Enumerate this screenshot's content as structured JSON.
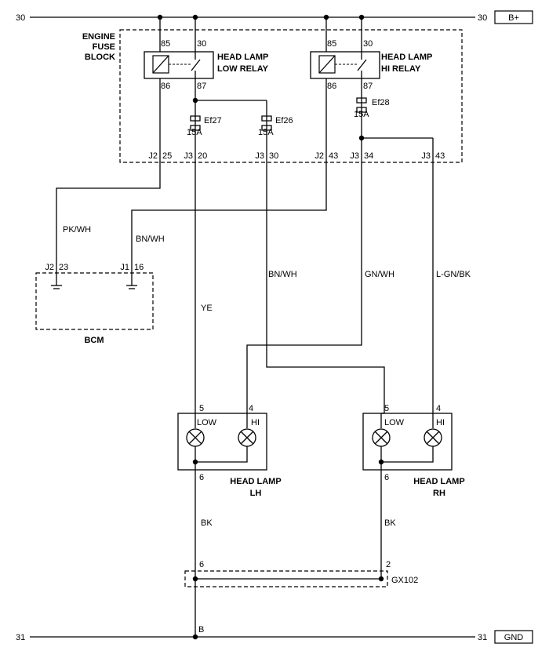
{
  "rails": {
    "top_left": "30",
    "top_right": "30",
    "top_box": "B+",
    "bottom_left": "31",
    "bottom_right": "31",
    "bottom_box": "GND",
    "ground_pin": "B"
  },
  "fuse_block": {
    "label_line1": "ENGINE",
    "label_line2": "FUSE",
    "label_line3": "BLOCK"
  },
  "relay_low": {
    "name_line1": "HEAD LAMP",
    "name_line2": "LOW RELAY",
    "pin_85": "85",
    "pin_30": "30",
    "pin_86": "86",
    "pin_87": "87"
  },
  "relay_hi": {
    "name_line1": "HEAD LAMP",
    "name_line2": "HI RELAY",
    "pin_85": "85",
    "pin_30": "30",
    "pin_86": "86",
    "pin_87": "87"
  },
  "fuses": {
    "ef27_name": "Ef27",
    "ef27_rating": "15A",
    "ef26_name": "Ef26",
    "ef26_rating": "15A",
    "ef28_name": "Ef28",
    "ef28_rating": "15A"
  },
  "connectors": {
    "c1_conn": "J2",
    "c1_pin": "25",
    "c2_conn": "J3",
    "c2_pin": "20",
    "c3_conn": "J3",
    "c3_pin": "30",
    "c4_conn": "J2",
    "c4_pin": "43",
    "c5_conn": "J3",
    "c5_pin": "34",
    "c6_conn": "J3",
    "c6_pin": "43"
  },
  "wires": {
    "pk_wh": "PK/WH",
    "bn_wh_bcm": "BN/WH",
    "bn_wh": "BN/WH",
    "gn_wh": "GN/WH",
    "lgn_bk": "L-GN/BK",
    "ye": "YE",
    "bk_left": "BK",
    "bk_right": "BK"
  },
  "bcm": {
    "label": "BCM",
    "pin_a_conn": "J2",
    "pin_a_num": "23",
    "pin_b_conn": "J1",
    "pin_b_num": "16"
  },
  "lamp_lh": {
    "name_line1": "HEAD LAMP",
    "name_line2": "LH",
    "low": "LOW",
    "hi": "HI",
    "pin_low": "5",
    "pin_hi": "4",
    "pin_gnd": "6"
  },
  "lamp_rh": {
    "name_line1": "HEAD LAMP",
    "name_line2": "RH",
    "low": "LOW",
    "hi": "HI",
    "pin_low": "5",
    "pin_hi": "4",
    "pin_gnd": "6"
  },
  "ground_splice": {
    "label": "GX102",
    "pin_left": "6",
    "pin_right": "2"
  }
}
